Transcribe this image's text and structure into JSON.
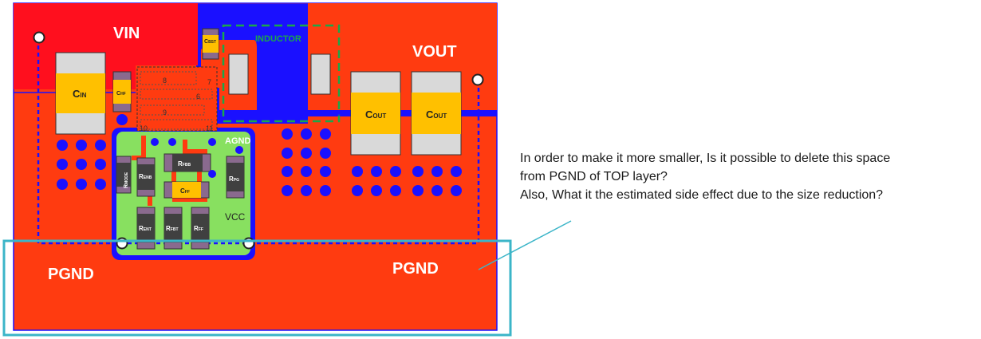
{
  "labels": {
    "vin": "VIN",
    "vout": "VOUT",
    "pgnd_left": "PGND",
    "pgnd_right": "PGND",
    "inductor": "INDUCTOR",
    "agnd": "AGND",
    "vcc": "VCC"
  },
  "components": {
    "cin": {
      "main": "C",
      "sub": "IN"
    },
    "chf": {
      "main": "C",
      "sub": "HF"
    },
    "cbst": {
      "main": "C",
      "sub": "BST"
    },
    "cout1": {
      "main": "C",
      "sub": "OUT"
    },
    "cout2": {
      "main": "C",
      "sub": "OUT"
    },
    "cff": {
      "main": "C",
      "sub": "FF"
    },
    "rmode": {
      "main": "R",
      "sub": "MODE"
    },
    "renb": {
      "main": "R",
      "sub": "ENB"
    },
    "rfbb": {
      "main": "R",
      "sub": "FBB"
    },
    "rpg": {
      "main": "R",
      "sub": "PG"
    },
    "rent": {
      "main": "R",
      "sub": "ENT"
    },
    "rfbt": {
      "main": "R",
      "sub": "FBT"
    },
    "rff": {
      "main": "R",
      "sub": "FF"
    }
  },
  "pins": {
    "p6": "6",
    "p7": "7",
    "p8": "8",
    "p9": "9",
    "p10": "10",
    "p11": "11"
  },
  "note": {
    "line1": "In order to make it more smaller, Is it possible to delete this space",
    "line2": "from PGND of TOP layer?",
    "line3": "Also, What it the estimated side effect due to the size reduction?"
  },
  "colors": {
    "pgnd_copper": "#ff3b10",
    "vin_copper": "#ff0f1e",
    "bottom_layer": "#1a10ff",
    "agnd": "#88e060",
    "capacitor_body": "#ffc000",
    "inductor_outline": "#1aa84a",
    "callout": "#3bb5c8"
  }
}
